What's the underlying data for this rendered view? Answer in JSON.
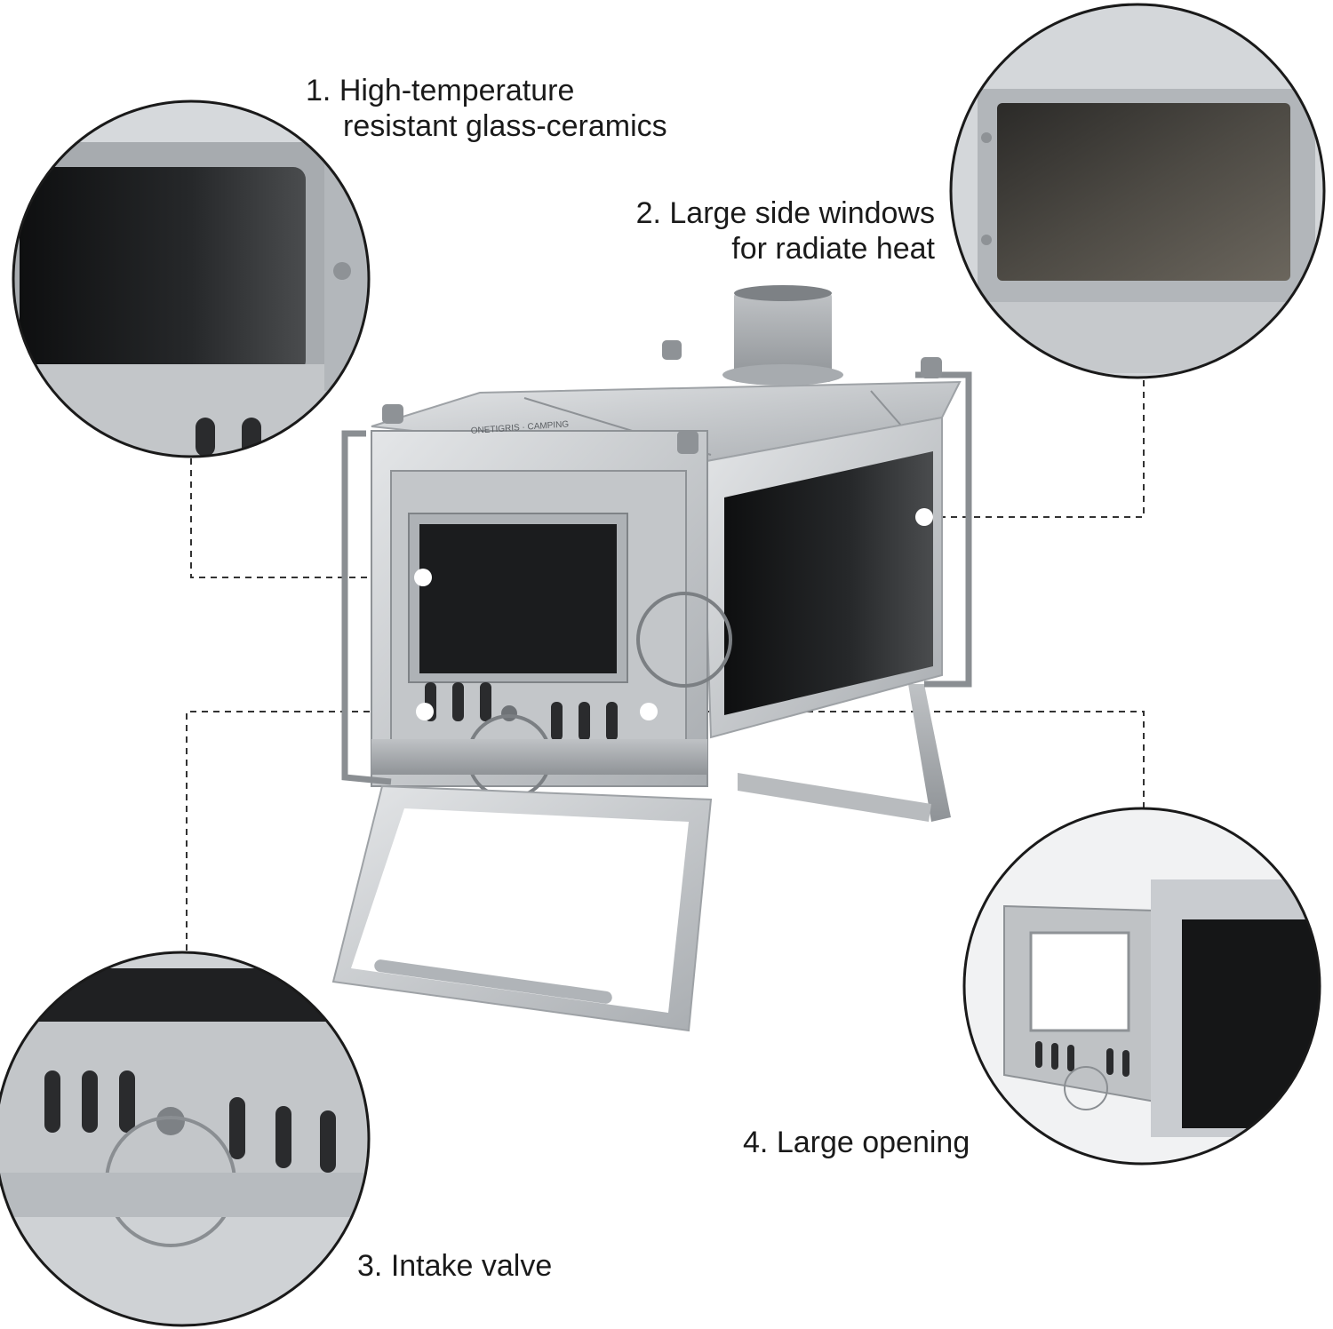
{
  "features": [
    {
      "number": "1.",
      "lines": [
        "High-temperature",
        "resistant glass-ceramics"
      ]
    },
    {
      "number": "2.",
      "lines": [
        "Large side windows",
        "for radiate heat"
      ]
    },
    {
      "number": "3.",
      "lines": [
        "Intake valve"
      ]
    },
    {
      "number": "4.",
      "lines": [
        "Large opening"
      ]
    }
  ],
  "brand_engraving": "ONETIGRIS · CAMPING",
  "colors": {
    "background": "#ffffff",
    "text": "#1a1a1a",
    "metal": "#c9ccd0",
    "glass": "#151617",
    "callout_line": "#333333",
    "marker_dot": "#ffffff"
  },
  "icons": [
    "callout-marker-dot"
  ]
}
